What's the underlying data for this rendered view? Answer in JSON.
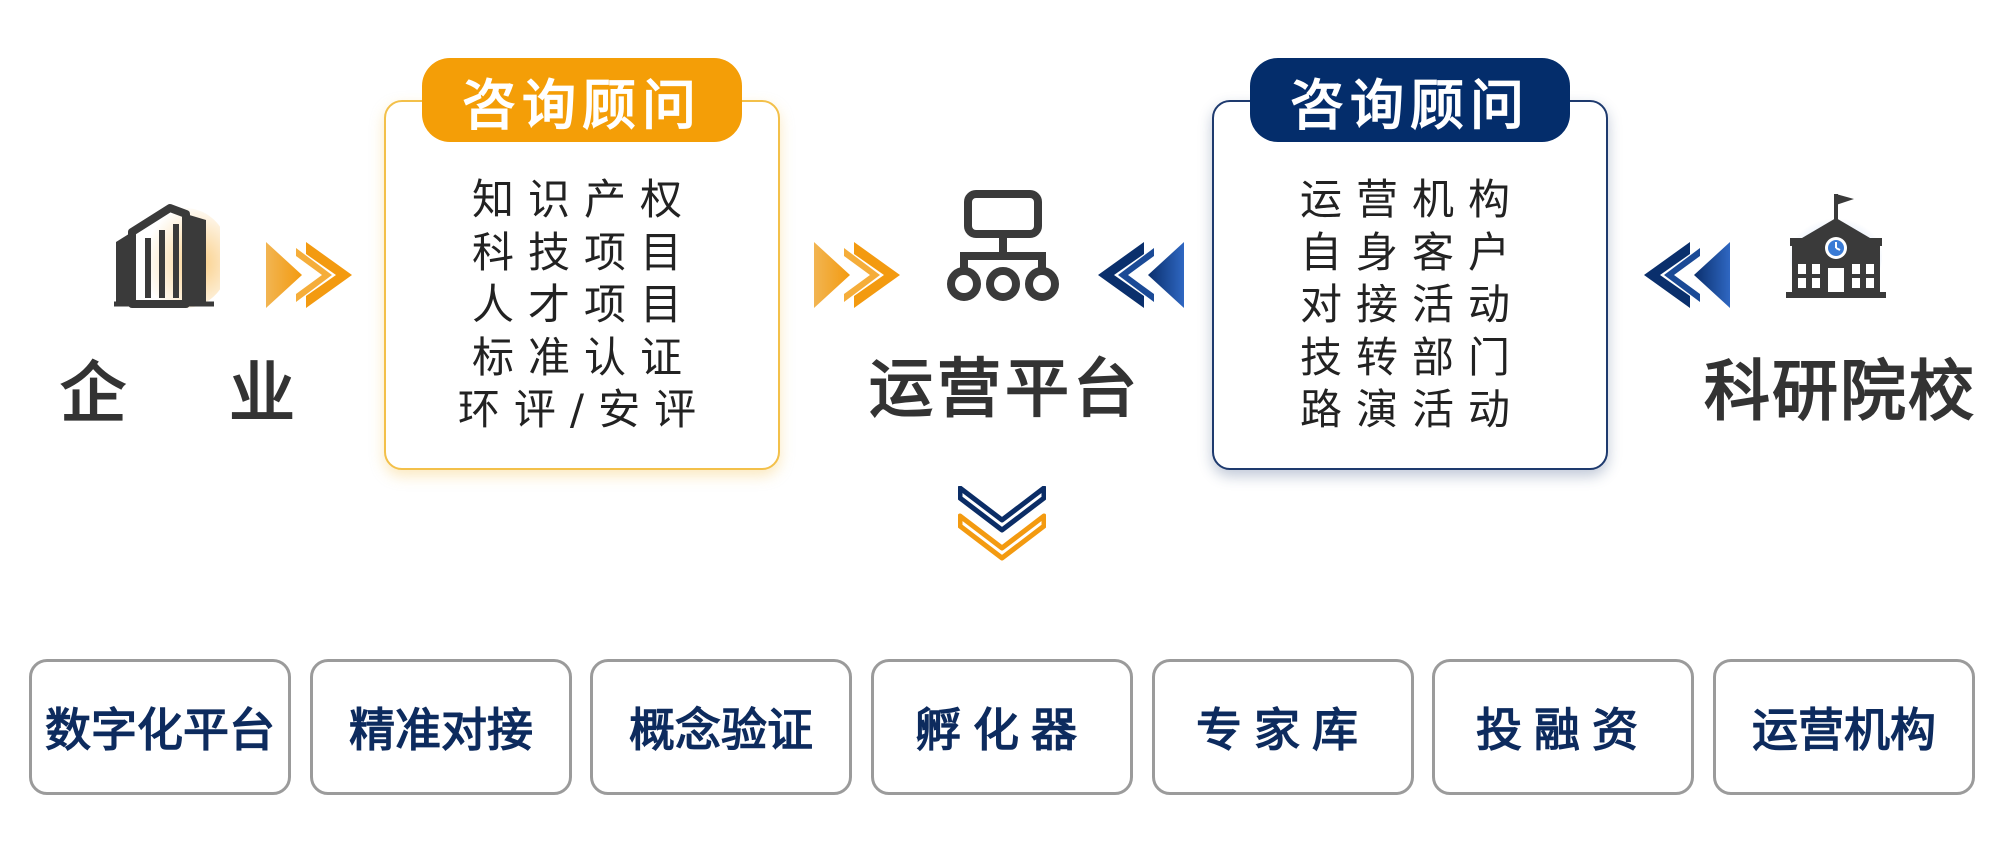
{
  "left_entity": {
    "label": "企 业",
    "icon": "office-building-icon"
  },
  "left_card": {
    "title": "咨询顾问",
    "items": [
      "知识产权",
      "科技项目",
      "人才项目",
      "标准认证",
      "环评/安评"
    ]
  },
  "center": {
    "label": "运营平台",
    "icon": "org-hierarchy-icon"
  },
  "right_card": {
    "title": "咨询顾问",
    "items": [
      "运营机构",
      "自身客户",
      "对接活动",
      "技转部门",
      "路演活动"
    ]
  },
  "right_entity": {
    "label": "科研院校",
    "icon": "school-building-icon"
  },
  "bottom_items": [
    "数字化平台",
    "精准对接",
    "概念验证",
    "孵化器",
    "专家库",
    "投融资",
    "运营机构"
  ],
  "colors": {
    "orange": "#f49e07",
    "navy": "#042d6b",
    "text_dark": "#333333",
    "bottom_text": "#0d2b5e"
  }
}
